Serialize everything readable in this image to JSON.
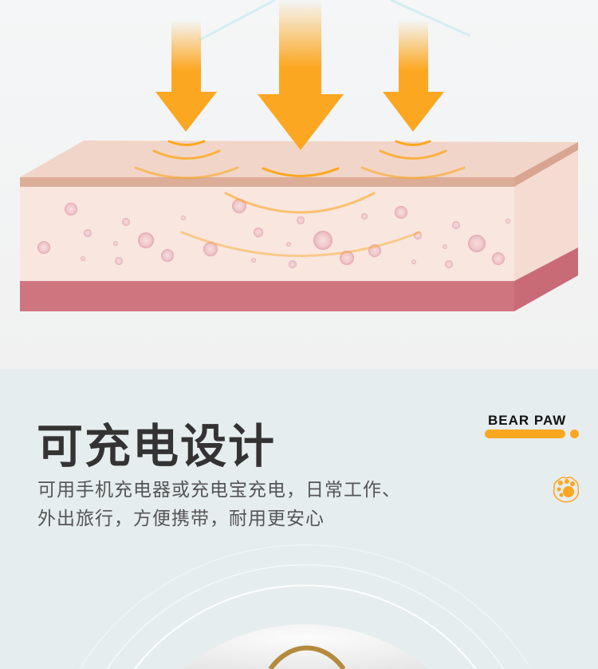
{
  "section": {
    "title": "可充电设计",
    "description_lines": [
      "可用手机充电器或充电宝充电，日常工作、",
      "外出旅行，方便携带，耐用更安心"
    ],
    "brand_label": "BEAR PAW",
    "icons": [
      "sun-ray-arrow-icon",
      "paw-icon"
    ]
  },
  "colors": {
    "accent": "#fca721",
    "skin_top": "#f1d5c8",
    "skin_body": "#f8e6df",
    "skin_base": "#cf7580",
    "background": "#e6edee"
  }
}
